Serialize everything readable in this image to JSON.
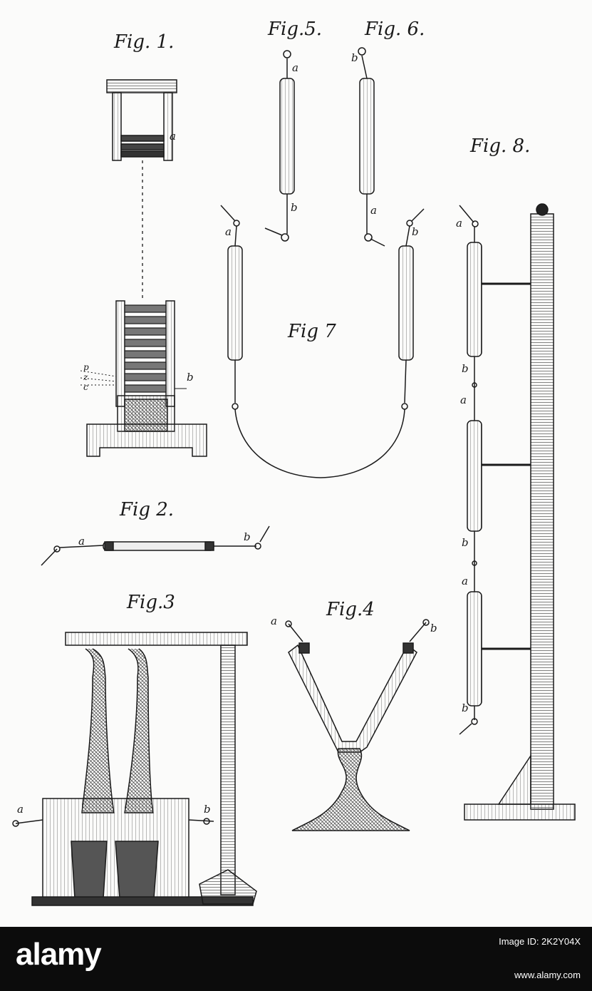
{
  "figures": {
    "fig1": "Fig. 1.",
    "fig2": "Fig 2.",
    "fig3": "Fig.3",
    "fig4": "Fig.4",
    "fig5": "Fig.5.",
    "fig6": "Fig. 6.",
    "fig7": "Fig 7",
    "fig8": "Fig. 8."
  },
  "letters": {
    "a": "a",
    "b": "b",
    "p": "p",
    "z": "z",
    "c": "c"
  },
  "watermark": {
    "brand": "alamy",
    "image_id_label": "Image ID: 2K2Y04X",
    "site": "www.alamy.com"
  },
  "colors": {
    "ink": "#1a1a1a",
    "paper": "#fbfbfa",
    "banner": "#0c0c0c"
  }
}
